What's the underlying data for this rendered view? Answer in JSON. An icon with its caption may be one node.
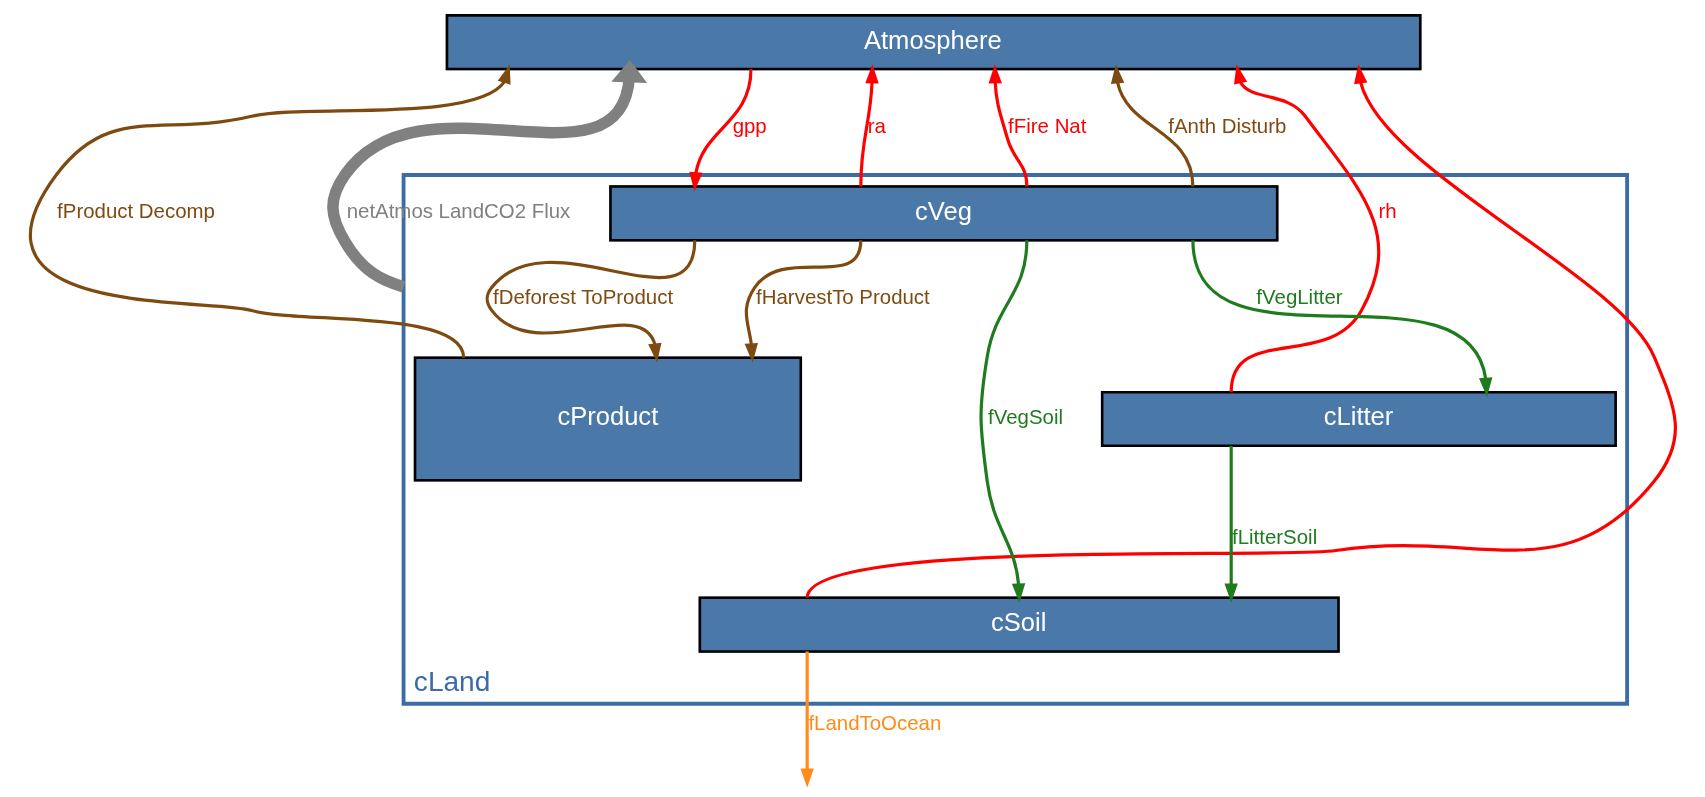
{
  "diagram": {
    "nodes": [
      {
        "text": [
          "Atmosphere"
        ]
      },
      {
        "text": [
          "cLand"
        ]
      },
      {
        "text": [
          "cVeg"
        ],
        "in": 1
      },
      {
        "text": [
          "cLitter"
        ],
        "in": 1
      },
      {
        "text": [
          "cSoil"
        ],
        "in": 1
      },
      {
        "text": [
          "cProduct"
        ],
        "in": 1
      }
    ],
    "edges": [
      {
        "from": 5,
        "to": 0,
        "arrow": "to",
        "label": "fProduct Decomp",
        "color": "#7f4a10"
      },
      {
        "from": 1,
        "to": 0,
        "arrow": "to",
        "label": "netAtmos LandCO2 Flux",
        "style": "thick",
        "color": "#808080"
      },
      {
        "from": 0,
        "to": 2,
        "arrow": "to",
        "label": "gpp",
        "color": "#ff0000"
      },
      {
        "from": 2,
        "to": 0,
        "arrow": "to",
        "label": "ra",
        "color": "#ff0000"
      },
      {
        "from": 2,
        "to": 0,
        "arrow": "to",
        "label": "fFire Nat",
        "color": "#ff0000"
      },
      {
        "from": 2,
        "to": 0,
        "arrow": "to",
        "label": "fAnth Disturb",
        "color": "#7f4a10"
      },
      {
        "from": 3,
        "to": 0,
        "arrow": "to",
        "label": "rh",
        "color": "#ff0000"
      },
      {
        "from": 4,
        "to": 0,
        "arrow": "to",
        "color": "#ff0000"
      },
      {
        "from": 2,
        "to": 5,
        "arrow": "to",
        "label": "fDeforest ToProduct",
        "color": "#7f4a10"
      },
      {
        "from": 2,
        "to": 5,
        "arrow": "to",
        "label": "fHarvestTo Product",
        "color": "#7f4a10"
      },
      {
        "from": 2,
        "to": 4,
        "arrow": "to",
        "label": "fVegSoil",
        "color": "#1e7b1e"
      },
      {
        "from": 2,
        "to": 3,
        "arrow": "to",
        "label": "fVegLitter",
        "color": "#1e7b1e"
      },
      {
        "from": 3,
        "to": 4,
        "arrow": "to",
        "label": "fLitterSoil",
        "color": "#1e7b1e"
      },
      {
        "from": 4,
        "to": null,
        "arrow": "to",
        "label": "fLandToOcean",
        "color": "#ff8c1a"
      }
    ]
  }
}
